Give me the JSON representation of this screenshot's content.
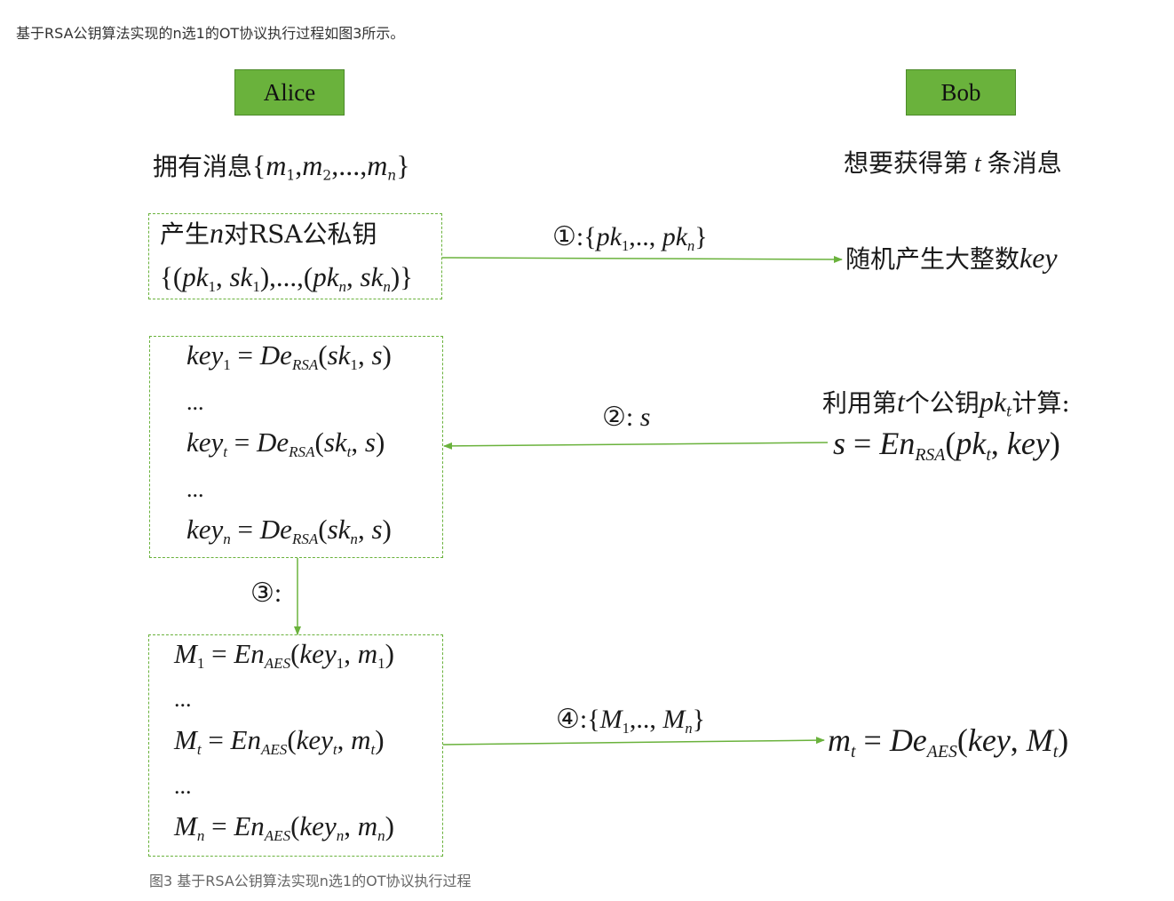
{
  "intro_text": "基于RSA公钥算法实现的n选1的OT协议执行过程如图3所示。",
  "caption": "图3 基于RSA公钥算法实现n选1的OT协议执行过程",
  "alice": {
    "label": "Alice",
    "has_messages_prefix": "拥有消息"
  },
  "bob": {
    "label": "Bob",
    "want_prefix": "想要获得第",
    "want_suffix": "条消息"
  },
  "box1": {
    "line1_a": "产生",
    "line1_b": "对RSA公私钥"
  },
  "bob_gen": {
    "text": "随机产生大整数"
  },
  "bob_compute": {
    "prefix": "利用第",
    "mid": "个公钥",
    "suffix": "计算:"
  },
  "labels": {
    "step1": "①",
    "step2": "②",
    "step3": "③",
    "step4": "④"
  },
  "colors": {
    "green": "#6ab23c",
    "box_border": "#6ab23c",
    "arrow": "#6ab23c"
  }
}
